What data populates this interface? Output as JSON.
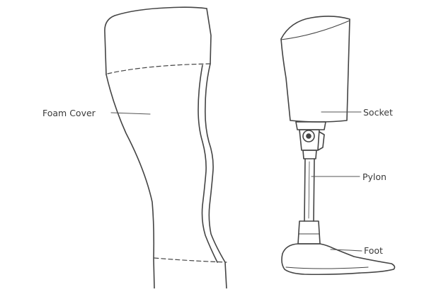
{
  "labels": {
    "foam_cover": "Foam Cover",
    "socket": "Socket",
    "pylon": "Pylon",
    "foot": "Foot"
  },
  "colors": {
    "background": "#ffffff",
    "line": "#444444",
    "label_text": "#3a3a3a"
  }
}
